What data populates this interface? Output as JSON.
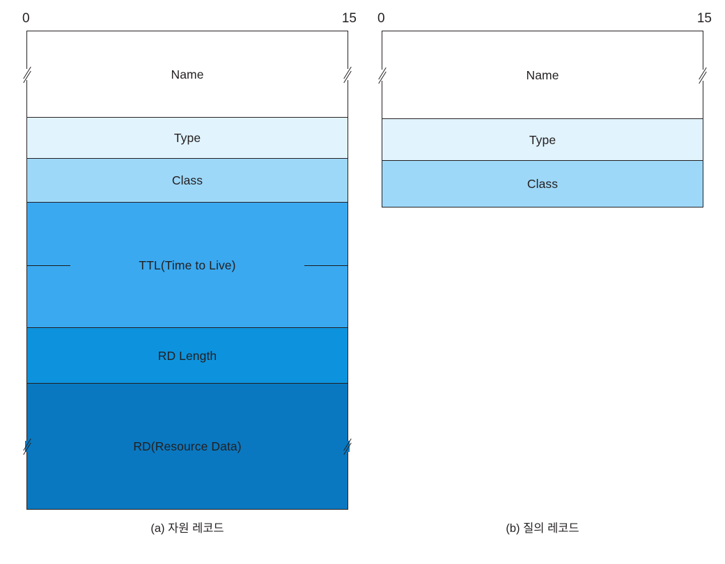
{
  "figure": {
    "kind": "dns-record-format-diagram",
    "bit_scale": {
      "start": "0",
      "end": "15"
    }
  },
  "diagrams": [
    {
      "id": "resource-record",
      "caption": "(a) 자원 레코드",
      "scale_start": "0",
      "scale_end": "15",
      "fields": [
        {
          "label": "Name",
          "color": "#ffffff",
          "height": 124,
          "break_marks": true,
          "ticks": false
        },
        {
          "label": "Type",
          "color": "#e1f3fc",
          "height": 59,
          "break_marks": false,
          "ticks": false
        },
        {
          "label": "Class",
          "color": "#9ed8f8",
          "height": 63,
          "break_marks": false,
          "ticks": false
        },
        {
          "label": "TTL(Time to Live)",
          "color": "#3aa9f0",
          "height": 180,
          "break_marks": false,
          "ticks": true
        },
        {
          "label": "RD Length",
          "color": "#0d93dd",
          "height": 80,
          "break_marks": false,
          "ticks": false
        },
        {
          "label": "RD(Resource Data)",
          "color": "#0a78c0",
          "height": 180,
          "break_marks": true,
          "ticks": false
        }
      ]
    },
    {
      "id": "query-record",
      "caption": "(b) 질의 레코드",
      "scale_start": "0",
      "scale_end": "15",
      "fields": [
        {
          "label": "Name",
          "color": "#ffffff",
          "height": 126,
          "break_marks": true,
          "ticks": false
        },
        {
          "label": "Type",
          "color": "#e1f3fc",
          "height": 60,
          "break_marks": false,
          "ticks": false
        },
        {
          "label": "Class",
          "color": "#9ed8f8",
          "height": 66,
          "break_marks": false,
          "ticks": false
        }
      ]
    }
  ],
  "colors": {
    "outline": "#231f20",
    "text": "#231f20",
    "band_name": "#ffffff",
    "band_type": "#e1f3fc",
    "band_class": "#9ed8f8",
    "band_ttl": "#3aa9f0",
    "band_rdlength": "#0d93dd",
    "band_rdata": "#0a78c0"
  }
}
